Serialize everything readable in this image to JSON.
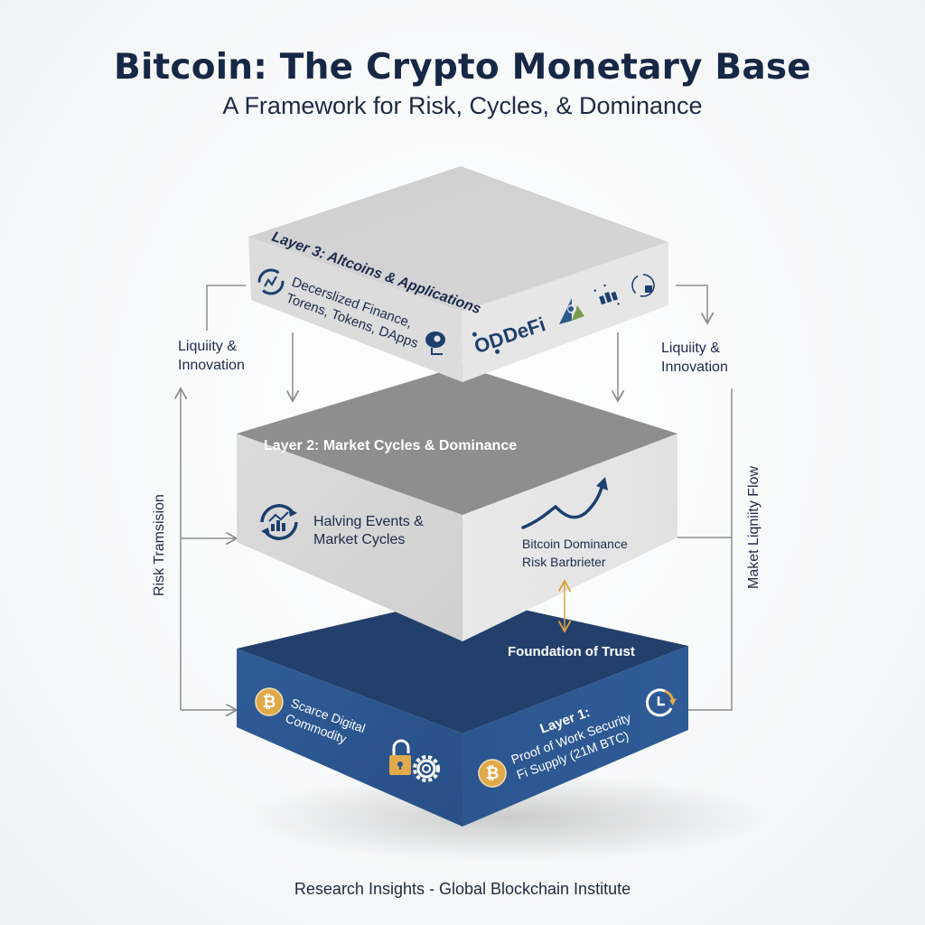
{
  "header": {
    "title": "Bitcoin: The Crypto Monetary Base",
    "subtitle": "A Framework for Risk, Cycles, & Dominance"
  },
  "layers": {
    "layer3": {
      "title": "Layer 3: Altcoins & Applications",
      "left_text_line1": "Decerslized Finance,",
      "left_text_line2": "Torens, Tokens, DApps",
      "right_badge": "DeFi",
      "icons": [
        "cycle-chart-icon",
        "cloud-person-icon",
        "network-od-icon",
        "triangle-people-icon",
        "scatter-grid-icon",
        "circle-ai-icon"
      ]
    },
    "layer2": {
      "title": "Layer 2: Market Cycles & Dominance",
      "left_text_line1": "Halving Events &",
      "left_text_line2": "Market Cycles",
      "right_text_line1": "Bitcoin Dominance",
      "right_text_line2": "Risk Barbrieter",
      "icons": [
        "cycle-bar-chart-icon",
        "trend-up-arrow-icon"
      ]
    },
    "layer1": {
      "top_text": "Foundation of Trust",
      "left_text_line1": "Scarce Digital",
      "left_text_line2": "Commodity",
      "right_title": "Layer 1:",
      "right_text_line1": "Proof of Work Security",
      "right_text_line2": "Fi Supply (21M BTC)",
      "icons": [
        "bitcoin-icon",
        "padlock-icon",
        "gear-icon",
        "clock-refresh-icon"
      ]
    }
  },
  "flows": {
    "left_top_label_line1": "Liquiity &",
    "left_top_label_line2": "Innovation",
    "right_top_label_line1": "Liquiity &",
    "right_top_label_line2": "Innovation",
    "left_vertical_label": "Risk Tramsision",
    "right_vertical_label": "Maket Liqniity Flow"
  },
  "footer": {
    "text": "Research Insights - Global Blockchain Institute"
  },
  "colors": {
    "navy_text": "#1d2b4a",
    "layer1_blue": "#2b548c",
    "layer1_top": "#22406b",
    "layer2_top": "#8f8f8f",
    "layer_light": "#e2e3e5",
    "gold": "#e0a94a",
    "arrow_gray": "#8c8c8c"
  }
}
